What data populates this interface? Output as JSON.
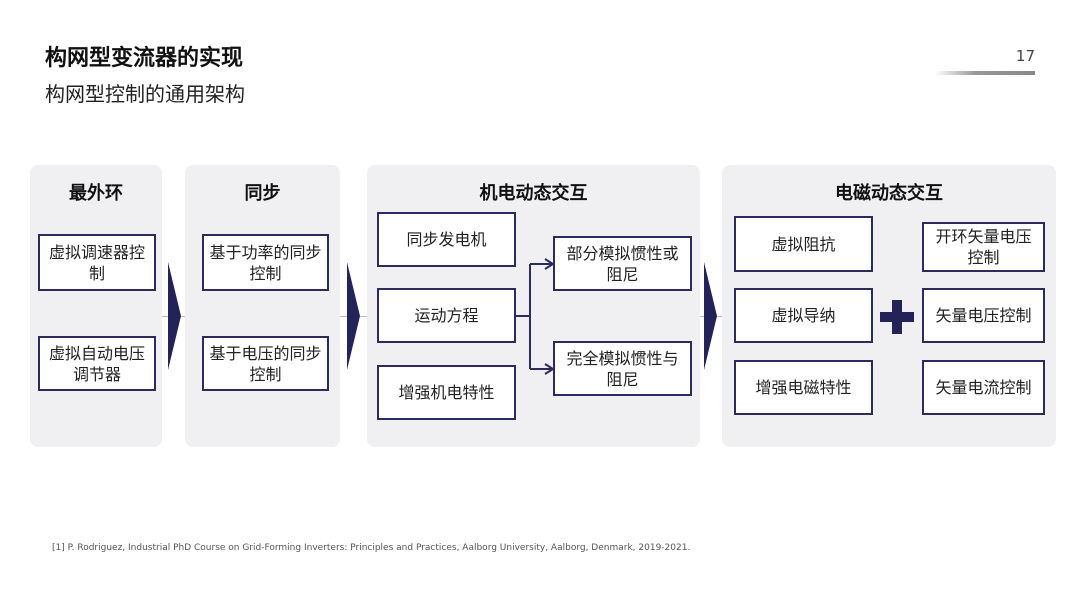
{
  "header": {
    "title": "构网型变流器的实现",
    "subtitle": "构网型控制的通用架构",
    "page_number": "17"
  },
  "panels": [
    {
      "title": "最外环",
      "boxes": [
        "虚拟调速器控制",
        "虚拟自动电压调节器"
      ]
    },
    {
      "title": "同步",
      "boxes": [
        "基于功率的同步控制",
        "基于电压的同步控制"
      ]
    },
    {
      "title": "机电动态交互",
      "left_boxes": [
        "同步发电机",
        "运动方程",
        "增强机电特性"
      ],
      "right_boxes": [
        "部分模拟惯性或阻尼",
        "完全模拟惯性与阻尼"
      ]
    },
    {
      "title": "电磁动态交互",
      "left_boxes": [
        "虚拟阻抗",
        "虚拟导纳",
        "增强电磁特性"
      ],
      "right_boxes": [
        "开环矢量电压控制",
        "矢量电压控制",
        "矢量电流控制"
      ]
    }
  ],
  "footnote": "[1]  P. Rodriguez, Industrial PhD Course on Grid-Forming Inverters: Principles and Practices, Aalborg University, Aalborg, Denmark, 2019-2021.",
  "colors": {
    "accent": "#23235a",
    "panel_bg": "#f0f0f2"
  }
}
